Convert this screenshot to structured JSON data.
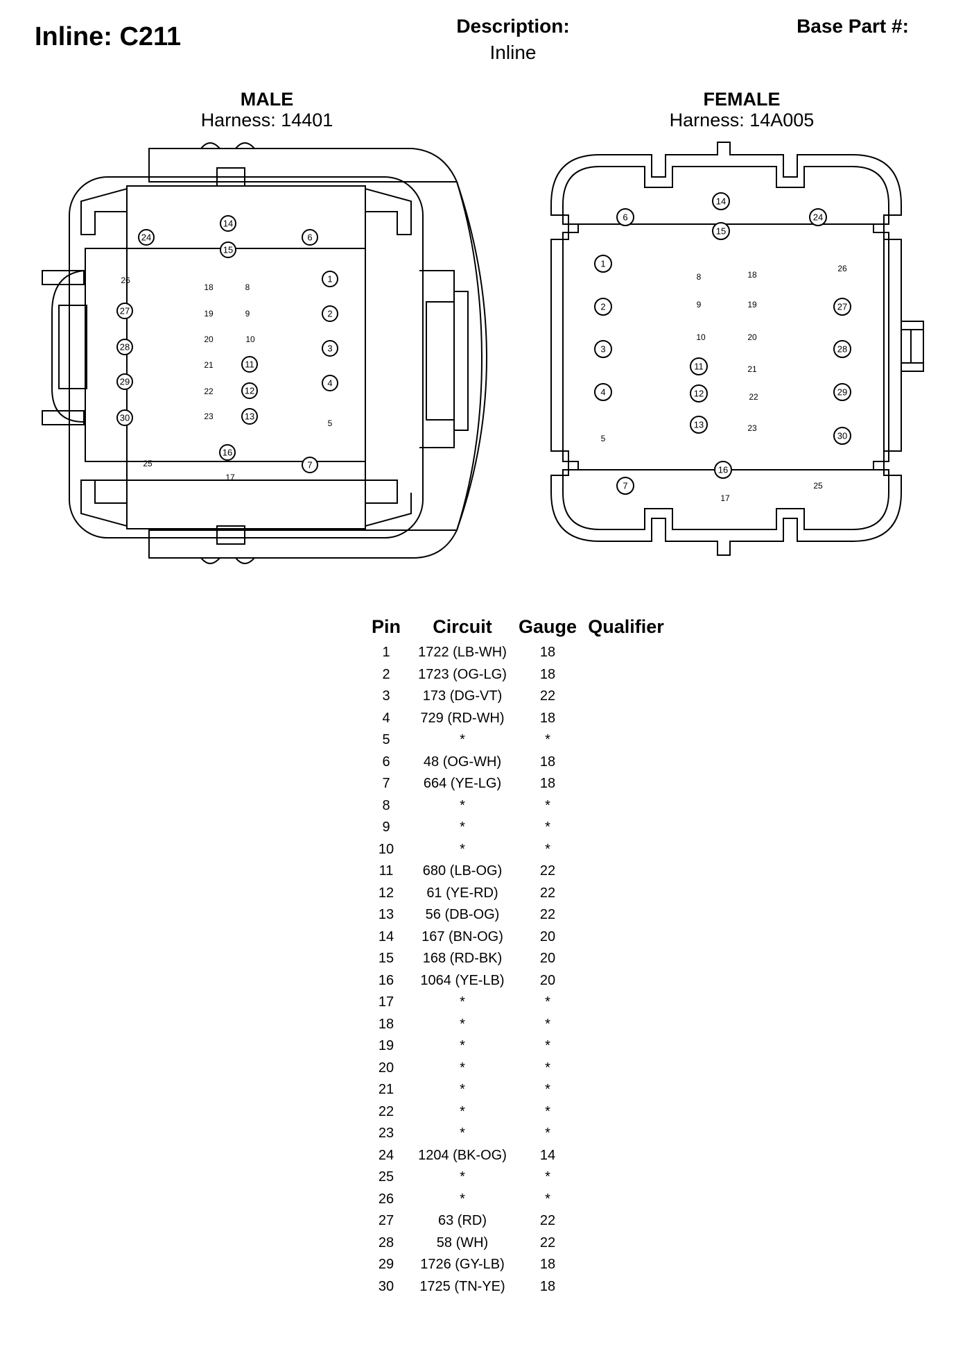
{
  "header": {
    "title": "Inline: C211",
    "description_label": "Description:",
    "description_value": "Inline",
    "base_part_label": "Base Part #:"
  },
  "male": {
    "label": "MALE",
    "harness": "Harness: 14401",
    "circled_pins": [
      "24",
      "14",
      "15",
      "6",
      "1",
      "27",
      "2",
      "28",
      "3",
      "29",
      "11",
      "4",
      "12",
      "30",
      "13",
      "16",
      "7"
    ],
    "plain_pins": [
      "26",
      "18",
      "8",
      "19",
      "9",
      "20",
      "10",
      "21",
      "22",
      "23",
      "5",
      "25",
      "17"
    ]
  },
  "female": {
    "label": "FEMALE",
    "harness": "Harness: 14A005",
    "circled_pins": [
      "14",
      "15",
      "6",
      "24",
      "1",
      "2",
      "27",
      "3",
      "28",
      "4",
      "29",
      "11",
      "12",
      "13",
      "30",
      "16",
      "7"
    ],
    "plain_pins": [
      "8",
      "18",
      "26",
      "9",
      "19",
      "10",
      "20",
      "21",
      "22",
      "5",
      "23",
      "25",
      "17"
    ]
  },
  "table": {
    "headers": {
      "pin": "Pin",
      "circuit": "Circuit",
      "gauge": "Gauge",
      "qualifier": "Qualifier"
    },
    "rows": [
      {
        "pin": "1",
        "circuit": "1722 (LB-WH)",
        "gauge": "18",
        "qualifier": ""
      },
      {
        "pin": "2",
        "circuit": "1723 (OG-LG)",
        "gauge": "18",
        "qualifier": ""
      },
      {
        "pin": "3",
        "circuit": "173 (DG-VT)",
        "gauge": "22",
        "qualifier": ""
      },
      {
        "pin": "4",
        "circuit": "729 (RD-WH)",
        "gauge": "18",
        "qualifier": ""
      },
      {
        "pin": "5",
        "circuit": "*",
        "gauge": "*",
        "qualifier": ""
      },
      {
        "pin": "6",
        "circuit": "48 (OG-WH)",
        "gauge": "18",
        "qualifier": ""
      },
      {
        "pin": "7",
        "circuit": "664 (YE-LG)",
        "gauge": "18",
        "qualifier": ""
      },
      {
        "pin": "8",
        "circuit": "*",
        "gauge": "*",
        "qualifier": ""
      },
      {
        "pin": "9",
        "circuit": "*",
        "gauge": "*",
        "qualifier": ""
      },
      {
        "pin": "10",
        "circuit": "*",
        "gauge": "*",
        "qualifier": ""
      },
      {
        "pin": "11",
        "circuit": "680 (LB-OG)",
        "gauge": "22",
        "qualifier": ""
      },
      {
        "pin": "12",
        "circuit": "61 (YE-RD)",
        "gauge": "22",
        "qualifier": ""
      },
      {
        "pin": "13",
        "circuit": "56 (DB-OG)",
        "gauge": "22",
        "qualifier": ""
      },
      {
        "pin": "14",
        "circuit": "167 (BN-OG)",
        "gauge": "20",
        "qualifier": ""
      },
      {
        "pin": "15",
        "circuit": "168 (RD-BK)",
        "gauge": "20",
        "qualifier": ""
      },
      {
        "pin": "16",
        "circuit": "1064 (YE-LB)",
        "gauge": "20",
        "qualifier": ""
      },
      {
        "pin": "17",
        "circuit": "*",
        "gauge": "*",
        "qualifier": ""
      },
      {
        "pin": "18",
        "circuit": "*",
        "gauge": "*",
        "qualifier": ""
      },
      {
        "pin": "19",
        "circuit": "*",
        "gauge": "*",
        "qualifier": ""
      },
      {
        "pin": "20",
        "circuit": "*",
        "gauge": "*",
        "qualifier": ""
      },
      {
        "pin": "21",
        "circuit": "*",
        "gauge": "*",
        "qualifier": ""
      },
      {
        "pin": "22",
        "circuit": "*",
        "gauge": "*",
        "qualifier": ""
      },
      {
        "pin": "23",
        "circuit": "*",
        "gauge": "*",
        "qualifier": ""
      },
      {
        "pin": "24",
        "circuit": "1204 (BK-OG)",
        "gauge": "14",
        "qualifier": ""
      },
      {
        "pin": "25",
        "circuit": "*",
        "gauge": "*",
        "qualifier": ""
      },
      {
        "pin": "26",
        "circuit": "*",
        "gauge": "*",
        "qualifier": ""
      },
      {
        "pin": "27",
        "circuit": "63 (RD)",
        "gauge": "22",
        "qualifier": ""
      },
      {
        "pin": "28",
        "circuit": "58 (WH)",
        "gauge": "22",
        "qualifier": ""
      },
      {
        "pin": "29",
        "circuit": "1726 (GY-LB)",
        "gauge": "18",
        "qualifier": ""
      },
      {
        "pin": "30",
        "circuit": "1725 (TN-YE)",
        "gauge": "18",
        "qualifier": ""
      }
    ]
  }
}
